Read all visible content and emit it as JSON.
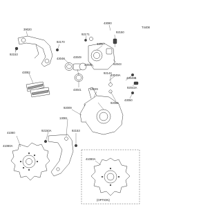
{
  "diagram": {
    "ref_code": "T4408",
    "labels": {
      "l39020": "39020",
      "l92153_a": "92153",
      "l92170": "92170",
      "l43082": "43082",
      "l43048": "43048",
      "l43049": "43049",
      "l92171": "92171",
      "l43041": "43041",
      "l43045": "43045",
      "l43057": "43057",
      "l43080": "43080",
      "l92150": "92150",
      "l92043": "92043",
      "l43049a": "43049A",
      "l92144": "92144",
      "l43049b": "43049B",
      "l92043a": "92043A",
      "l14029": "14029",
      "l43050": "43050",
      "l92065": "92065",
      "l92009": "92009",
      "l41080": "41080",
      "l92150a": "92150A",
      "l92153_b": "92153",
      "l13081": "13081",
      "l41080a": "41080A",
      "l41080a_2": "41080A",
      "option": "(OPTION)"
    }
  }
}
